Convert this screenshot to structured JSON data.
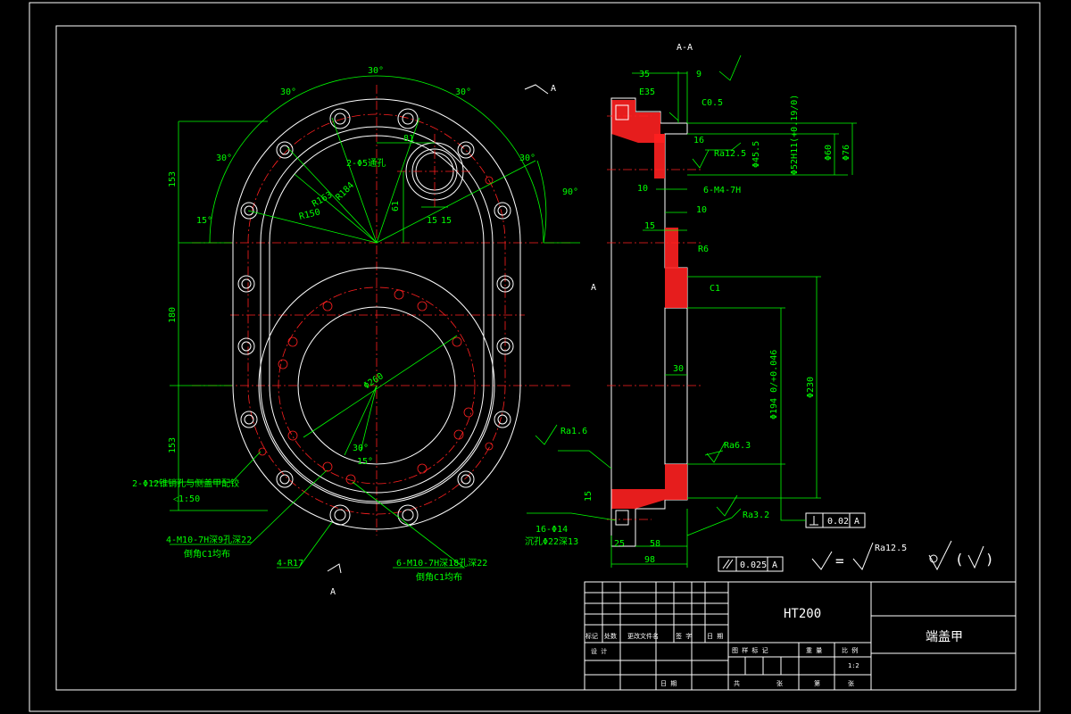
{
  "colors": {
    "background": "#000000",
    "outline": "#ffffff",
    "dimension": "#00ff00",
    "centerline": "#ff2020"
  },
  "front_view": {
    "angle_top": "30°",
    "angle_left_top": "30°",
    "angle_right_top": "30°",
    "angle_left_mid": "30°",
    "angle_right_mid": "30°",
    "angle_left_15": "15°",
    "angle_right_90": "90°",
    "angle_bottom_30": "30°",
    "angle_bottom_15": "15°",
    "dim_81_h": "81",
    "dim_61_v": "61",
    "dim_15a": "15",
    "dim_15b": "15",
    "dim_153_top": "153",
    "dim_180": "180",
    "dim_153_bot": "153",
    "r184": "R184",
    "r163": "R163",
    "r150": "R150",
    "phi260": "Φ260",
    "hole_2_phi5": "2-Φ5通孔",
    "note_2phi12_l1": "2-Φ12锥销孔与侧盖甲配铰",
    "note_2phi12_l2": "◁1:50",
    "note_4m10_l1": "4-M10-7H深9孔深22",
    "note_4m10_l2": "倒角C1均布",
    "note_4r17": "4-R17",
    "note_6m10_l1": "6-M10-7H深18孔深22",
    "note_6m10_l2": "倒角C1均布",
    "section_arrow_top": "A",
    "section_arrow_bot": "A"
  },
  "section_view": {
    "title": "A-A",
    "dim_35": "35",
    "dim_9": "9",
    "e35": "E35",
    "c05": "C0.5",
    "dim_16": "16",
    "ra125_in": "Ra12.5",
    "dim_45": "Φ45.5",
    "dim_52": "Φ52H11(+0.19/0)",
    "dim_phi60": "Φ60",
    "dim_phi76": "Φ76",
    "dim_10_a": "10",
    "m4": "6-M4-7H",
    "dim_10_b": "10",
    "dim_15_mid": "15",
    "r6": "R6",
    "c1": "C1",
    "dim_30": "30",
    "phi194": "Φ194 0/+0.046",
    "phi230": "Φ230",
    "label_a": "A",
    "ra16": "Ra1.6",
    "ra63": "Ra6.3",
    "dim_15_bot": "15",
    "ra32": "Ra3.2",
    "holes16_l1": "16-Φ14",
    "holes16_l2": "沉孔Φ22深13",
    "dim_25": "25",
    "dim_58": "58",
    "dim_98": "98",
    "tol_perp_value": "0.02",
    "tol_perp_datum": "A",
    "tol_par_value": "0.025",
    "tol_par_datum": "A",
    "rough_eq": "=",
    "rough_val": "Ra12.5",
    "rough_paren": "(",
    "rough_paren_close": ")"
  },
  "title_block": {
    "material": "HT200",
    "part_name": "端盖甲",
    "h_mark": "标记",
    "h_count": "处数",
    "h_file": "更改文件名",
    "h_sign": "签 字",
    "h_date": "日 期",
    "h_design": "设 计",
    "h_drawing_mark": "图 样 标 记",
    "h_weight": "重 量",
    "h_scale": "比 例",
    "scale": "1:2",
    "h_date2": "日 期",
    "h_total": "共",
    "h_sheet": "张",
    "h_no": "第",
    "h_sheet2": "张"
  }
}
